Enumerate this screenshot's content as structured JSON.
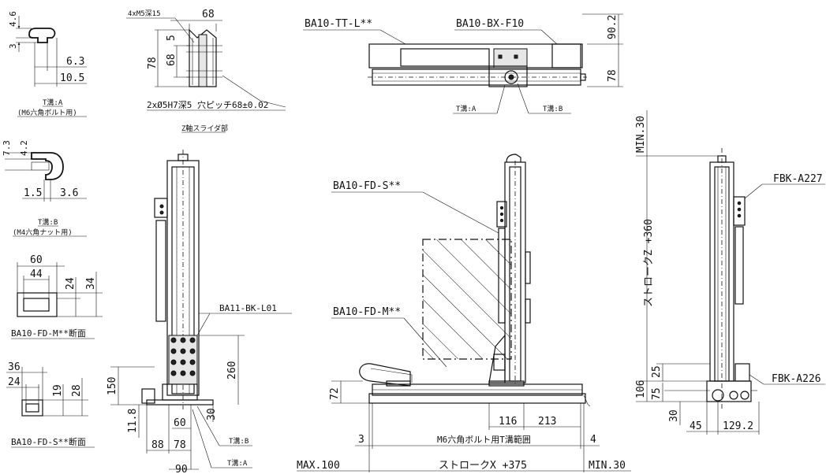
{
  "labels": {
    "dim_4_6": "4.6",
    "dim_3": "3",
    "dim_6_3": "6.3",
    "dim_10_5": "10.5",
    "slot_a_title": "T溝:A",
    "slot_a_sub": "(M6六角ボルト用)",
    "dim_7_3": "7.3",
    "dim_4_2": "4.2",
    "dim_1_5": "1.5",
    "dim_3_6": "3.6",
    "slot_b_title": "T溝:B",
    "slot_b_sub": "(M4六角ナット用)",
    "dim_60": "60",
    "dim_44": "44",
    "dim_24": "24",
    "dim_34": "34",
    "fd_m_section": "BA10-FD-M**断面",
    "dim_36": "36",
    "dim_24b": "24",
    "dim_19": "19",
    "dim_28": "28",
    "fd_s_section": "BA10-FD-S**断面",
    "slider_holes": "4xM5深15",
    "dim_68": "68",
    "dim_5": "5",
    "dim_78": "78",
    "dim_68b": "68",
    "pin_holes": "2xØ5H7深5 穴ピッチ68±0.02",
    "z_slider": "Z軸スライダ部",
    "tt_l": "BA10-TT-L**",
    "bx_f10": "BA10-BX-F10",
    "dim_90_2": "90.2",
    "dim_78b": "78",
    "slot_a_top": "T溝:A",
    "slot_b_top": "T溝:B",
    "bk_l01": "BA11-BK-L01",
    "dim_260": "260",
    "dim_150": "150",
    "dim_11_8": "11.8",
    "dim_30": "30",
    "dim_60b": "60",
    "dim_88": "88",
    "dim_78c": "78",
    "slot_b_side": "T溝:B",
    "slot_a_side": "T溝:A",
    "dim_90": "90",
    "fd_s": "BA10-FD-S**",
    "fd_m": "BA10-FD-M**",
    "dim_72": "72",
    "dim_116": "116",
    "dim_213": "213",
    "dim_3b": "3",
    "slot_range": "M6六角ボルト用T溝範囲",
    "dim_4": "4",
    "max_100": "MAX.100",
    "stroke_x": "ストロークX +375",
    "min_30_bottom": "MIN.30",
    "min_30_top": "MIN.30",
    "stroke_z": "ストロークZ +360",
    "fbk_a227": "FBK-A227",
    "fbk_a226": "FBK-A226",
    "dim_106": "106",
    "dim_25": "25",
    "dim_75": "75",
    "dim_30b": "30",
    "dim_45": "45",
    "dim_129_2": "129.2"
  }
}
